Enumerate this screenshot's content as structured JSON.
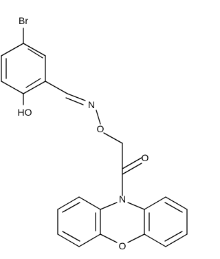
{
  "molecule": {
    "atom_labels": {
      "br": "Br",
      "ho": "HO",
      "n_imine": "N",
      "o_ether": "O",
      "o_carbonyl": "O",
      "n_ring": "N",
      "o_ring": "O"
    },
    "colors": {
      "bond": "#000000",
      "label": "#000000",
      "background": "#ffffff"
    }
  }
}
